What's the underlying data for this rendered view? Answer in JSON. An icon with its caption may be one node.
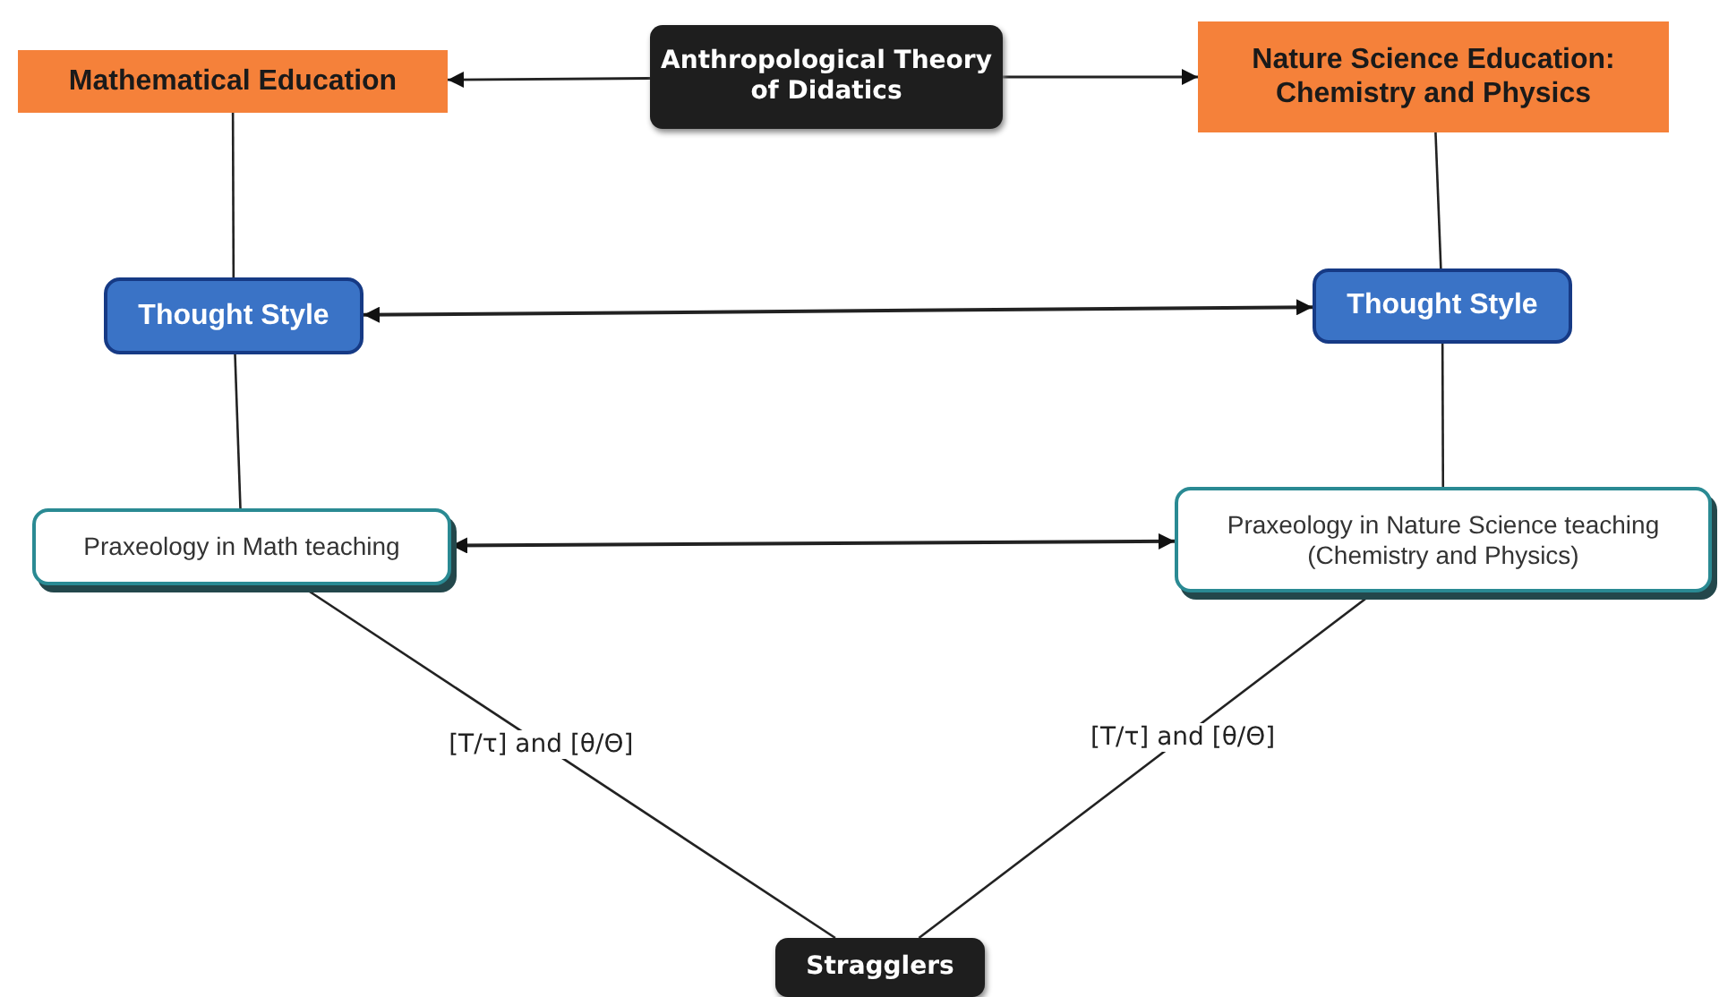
{
  "diagram": {
    "nodes": [
      {
        "text": [
          "Anthropological Theory of Didatics"
        ]
      },
      {
        "text": [
          "Mathematical Education"
        ]
      },
      {
        "text": [
          "Nature Science Education: Chemistry and Physics"
        ]
      },
      {
        "text": [
          "Thought Style"
        ]
      },
      {
        "text": [
          "Thought Style"
        ]
      },
      {
        "text": [
          "Praxeology in Math teaching"
        ]
      },
      {
        "text": [
          "Praxeology in Nature Science teaching (Chemistry and Physics)"
        ]
      },
      {
        "text": [
          "Stragglers"
        ]
      }
    ],
    "edges": [
      {
        "from": 0,
        "to": 1,
        "arrow": "to"
      },
      {
        "from": 0,
        "to": 2,
        "arrow": "to"
      },
      {
        "from": 1,
        "to": 3,
        "arrow": "none"
      },
      {
        "from": 2,
        "to": 4,
        "arrow": "none"
      },
      {
        "from": 3,
        "to": 4,
        "arrow": "both"
      },
      {
        "from": 3,
        "to": 5,
        "arrow": "none"
      },
      {
        "from": 4,
        "to": 6,
        "arrow": "none"
      },
      {
        "from": 5,
        "to": 6,
        "arrow": "both"
      },
      {
        "from": 5,
        "to": 7,
        "arrow": "none",
        "label": "[T/τ] and [θ/Θ]"
      },
      {
        "from": 6,
        "to": 7,
        "arrow": "none",
        "label": "[T/τ] and [θ/Θ]"
      }
    ]
  }
}
